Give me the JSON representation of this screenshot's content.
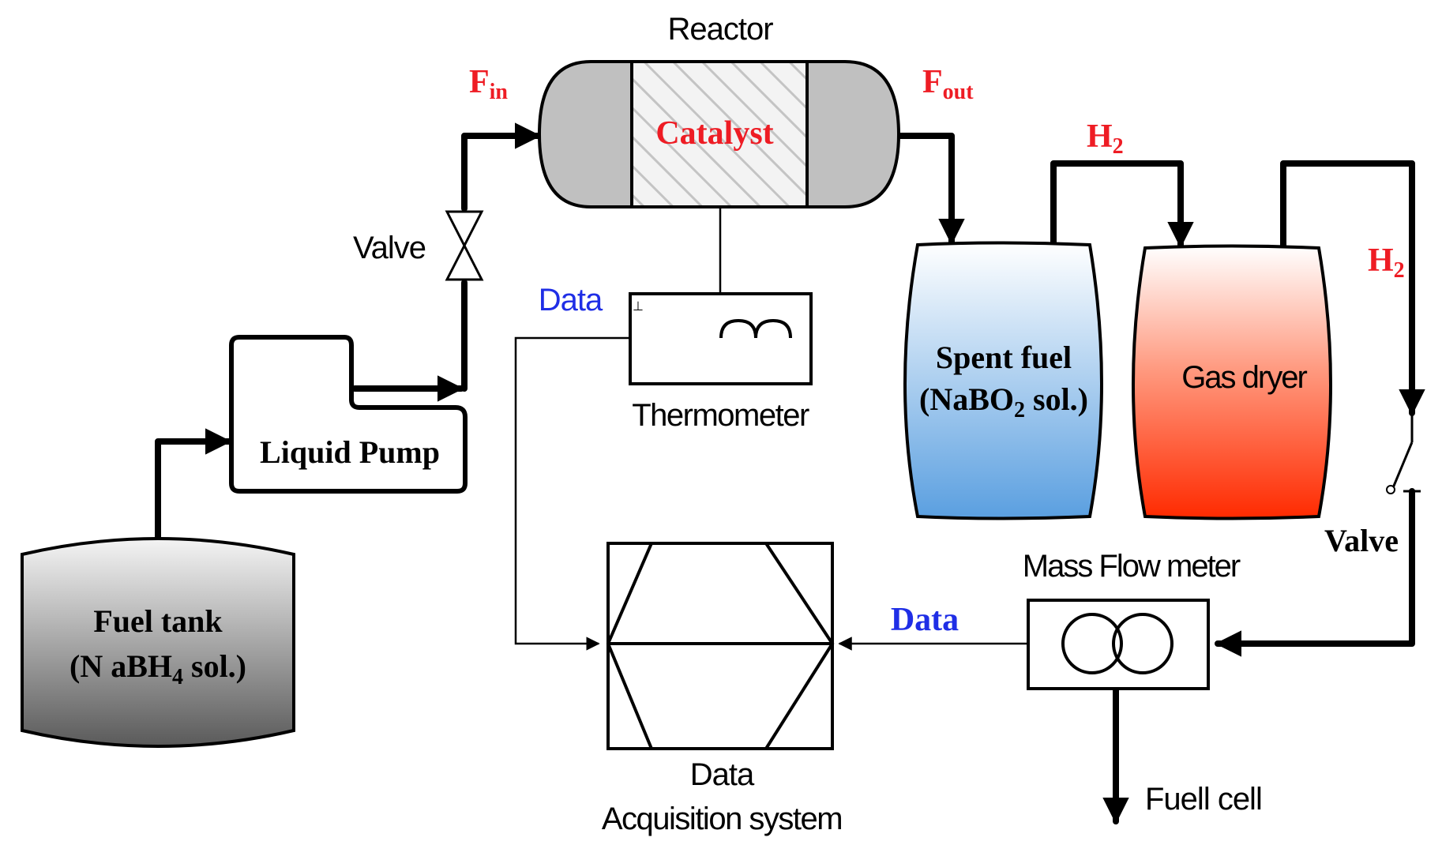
{
  "labels": {
    "reactor": "Reactor",
    "f_in_main": "F",
    "f_in_sub": "in",
    "f_out_main": "F",
    "f_out_sub": "out",
    "catalyst": "Catalyst",
    "valve_left": "Valve",
    "data_left": "Data",
    "thermometer": "Thermometer",
    "liquid_pump": "Liquid Pump",
    "fuel_tank_line1": "Fuel tank",
    "fuel_tank_line2_a": "(N aBH",
    "fuel_tank_line2_sub": "4",
    "fuel_tank_line2_b": " sol.)",
    "h2_top_main": "H",
    "h2_top_sub": "2",
    "h2_right_main": "H",
    "h2_right_sub": "2",
    "spent_fuel_line1": "Spent fuel",
    "spent_fuel_line2_a": "(NaBO",
    "spent_fuel_line2_sub": "2",
    "spent_fuel_line2_b": " sol.)",
    "gas_dryer": "Gas dryer",
    "valve_right": "Valve",
    "mass_flow_meter": "Mass Flow meter",
    "data_right": "Data",
    "daq_line1": "Data",
    "daq_line2": "Acquisition system",
    "fuel_cell": "Fuell cell",
    "thermo_mark": "⊥"
  },
  "colors": {
    "label_red": "#ee1c24",
    "label_blue": "#1f2ee6",
    "spent_fuel_top": "#ffffff",
    "spent_fuel_bottom": "#5a9fe0",
    "gas_dryer_top": "#ffffff",
    "gas_dryer_bottom": "#ff2a00",
    "fuel_tank_top": "#f2f2f2",
    "fuel_tank_bottom": "#5a5a5a",
    "reactor_end": "#c0c0c0"
  }
}
